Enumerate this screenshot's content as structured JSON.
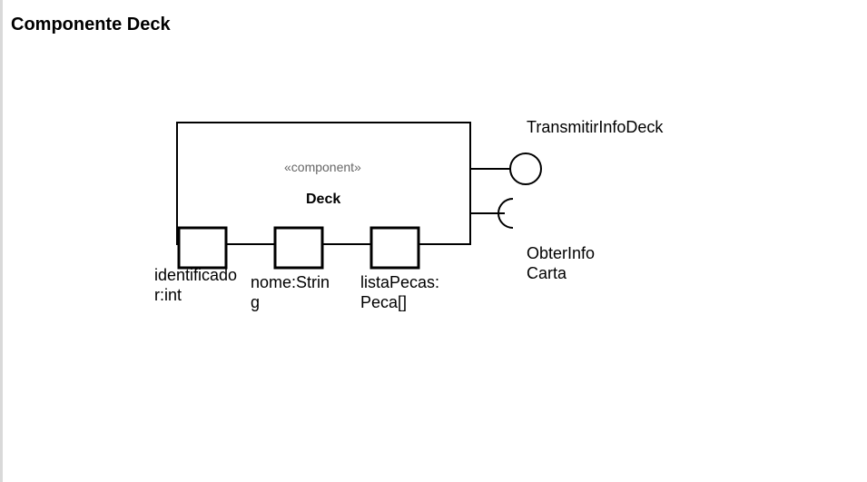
{
  "title": "Componente Deck",
  "component": {
    "stereotype": "«component»",
    "name": "Deck"
  },
  "ports": [
    {
      "label_line1": "identificado",
      "label_line2": "r:int"
    },
    {
      "label_line1": "nome:Strin",
      "label_line2": "g"
    },
    {
      "label_line1": "listaPecas:",
      "label_line2": "Peca[]"
    }
  ],
  "interfaces": {
    "provided": {
      "label": "TransmitirInfoDeck"
    },
    "required": {
      "label_line1": "ObterInfo",
      "label_line2": "Carta"
    }
  },
  "colors": {
    "stroke": "#000000",
    "stereotype": "#666666",
    "left_rule": "#d9d9d9"
  }
}
